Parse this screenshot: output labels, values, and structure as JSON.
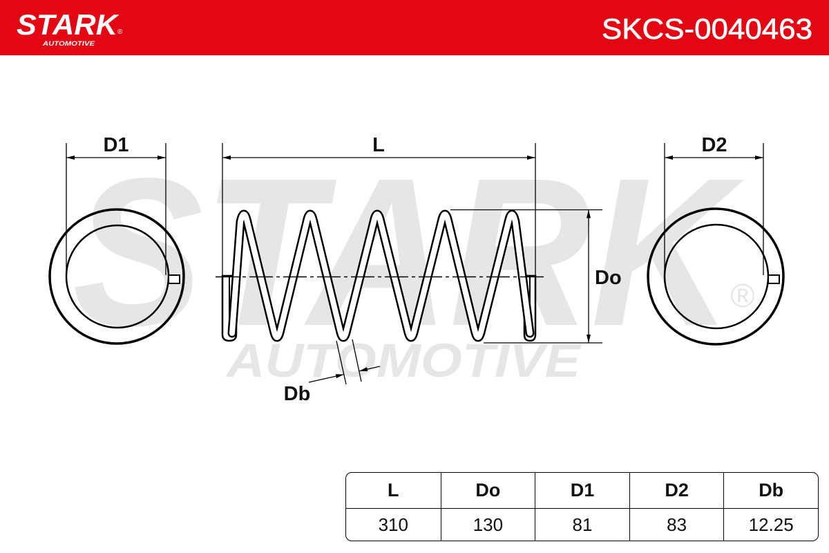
{
  "header": {
    "brand_name": "STARK",
    "brand_subtitle": "AUTOMOTIVE",
    "registered_mark": "®",
    "part_number": "SKCS-0040463"
  },
  "colors": {
    "brand_red": "#e30613",
    "watermark_gray": "#e6e6e6",
    "line_black": "#000000"
  },
  "watermark": {
    "text": "STARK",
    "subtext": "AUTOMOTIVE",
    "registered_mark": "®"
  },
  "drawing": {
    "labels": {
      "d1": "D1",
      "l": "L",
      "d2": "D2",
      "do": "Do",
      "db": "Db"
    }
  },
  "specs_table": {
    "headers": [
      "L",
      "Do",
      "D1",
      "D2",
      "Db"
    ],
    "values": [
      310,
      130,
      81,
      83,
      12.25
    ]
  }
}
